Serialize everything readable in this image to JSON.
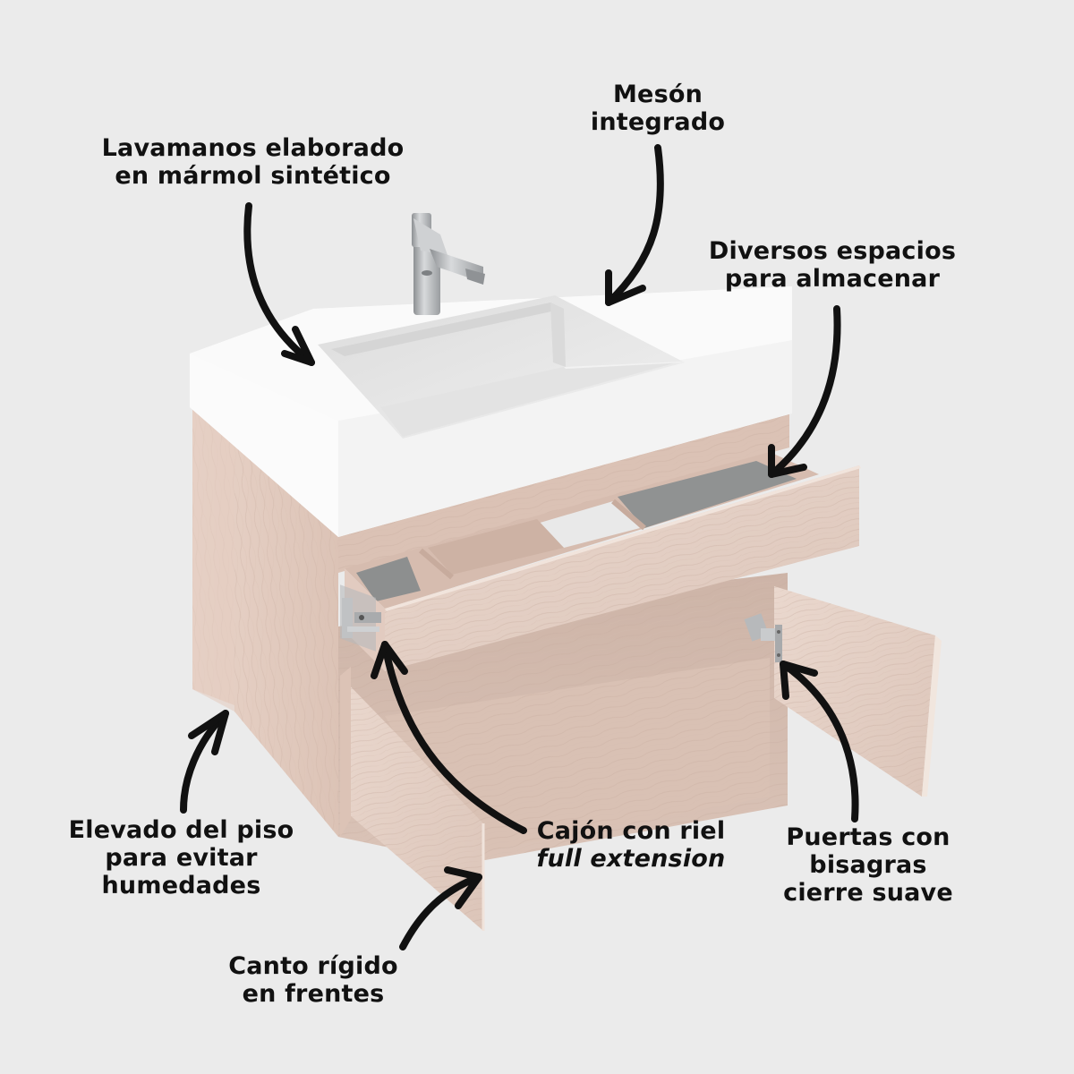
{
  "background_color": "#ebebeb",
  "product": {
    "name": "Mueble vanitorio con lavamanos",
    "colors": {
      "countertop": "#f7f7f7",
      "basin": "#e6e6e6",
      "wood": "#e6cfc3",
      "wood_dark": "#cfb4a6",
      "drawer_bottom": "#8f9090",
      "faucet": "#b4b6b8",
      "arrow": "#111111"
    }
  },
  "callouts": [
    {
      "id": "lavamanos",
      "lines": [
        "Lavamanos elaborado",
        "en mármol sintético"
      ],
      "italic_lines": []
    },
    {
      "id": "meson",
      "lines": [
        "Mesón",
        "integrado"
      ],
      "italic_lines": []
    },
    {
      "id": "almacenar",
      "lines": [
        "Diversos espacios",
        "para almacenar"
      ],
      "italic_lines": []
    },
    {
      "id": "elevado",
      "lines": [
        "Elevado del piso",
        "para evitar",
        "humedades"
      ],
      "italic_lines": []
    },
    {
      "id": "cajon",
      "lines": [
        "Cajón con riel",
        "full extension"
      ],
      "italic_lines": [
        1
      ]
    },
    {
      "id": "puertas",
      "lines": [
        "Puertas con",
        "bisagras",
        "cierre suave"
      ],
      "italic_lines": []
    },
    {
      "id": "canto",
      "lines": [
        "Canto rígido",
        "en frentes"
      ],
      "italic_lines": []
    }
  ]
}
